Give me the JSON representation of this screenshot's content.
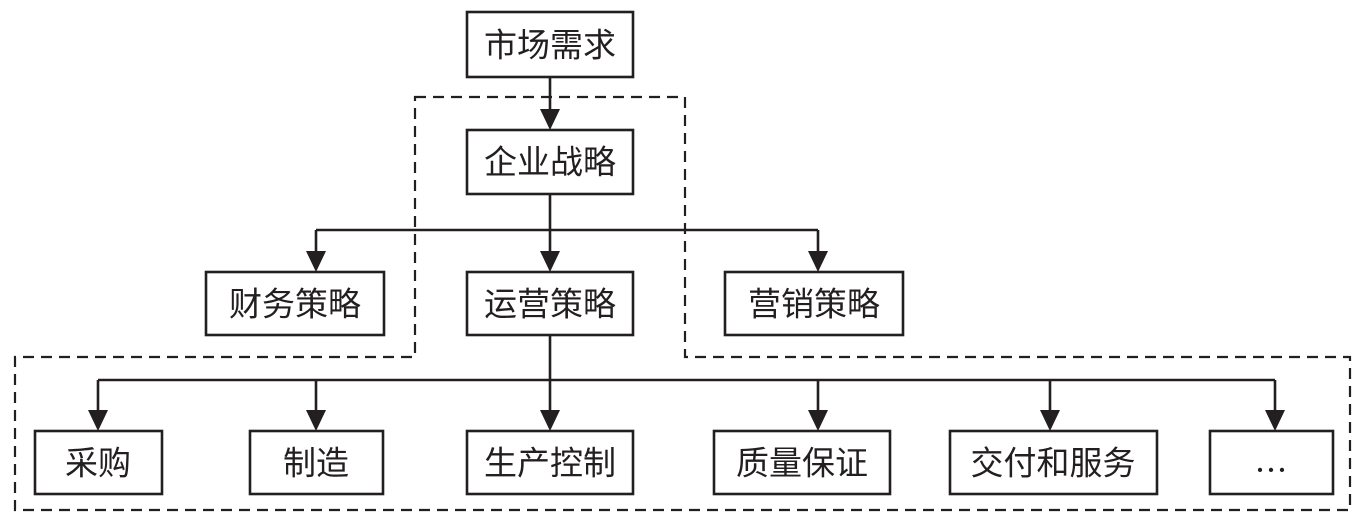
{
  "nodes": {
    "market_demand": "市场需求",
    "corporate_strategy": "企业战略",
    "finance_strategy": "财务策略",
    "operations_strategy": "运营策略",
    "marketing_strategy": "营销策略",
    "procurement": "采购",
    "manufacturing": "制造",
    "production_control": "生产控制",
    "quality_assurance": "质量保证",
    "delivery_service": "交付和服务",
    "more": "…"
  }
}
